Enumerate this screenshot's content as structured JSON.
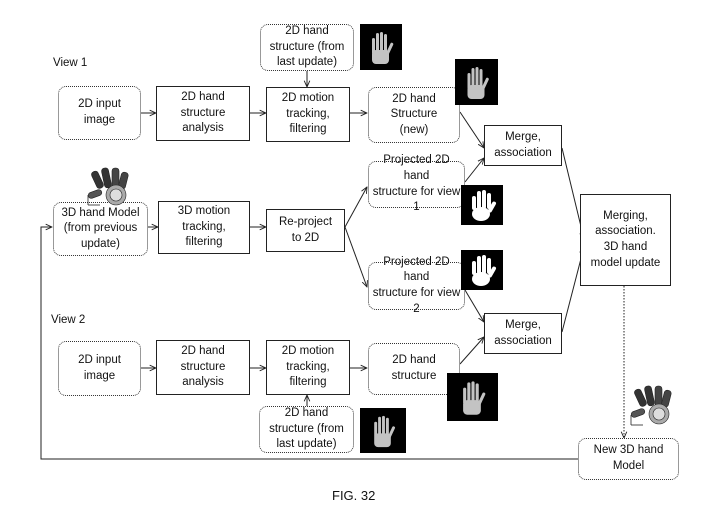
{
  "view_labels": {
    "view1": "View 1",
    "view2": "View 2"
  },
  "boxes": {
    "v1_input": "2D input\nimage",
    "v1_analysis": "2D hand\nstructure\nanalysis",
    "v1_tracking": "2D motion\ntracking,\nfiltering",
    "v1_last_update": "2D hand\nstructure (from\nlast update)",
    "v1_structure_new": "2D hand\nStructure\n(new)",
    "merge1": "Merge,\nassociation",
    "model_prev": "3D hand Model\n(from previous\nupdate)",
    "motion_3d": "3D motion\ntracking,\nfiltering",
    "reproject": "Re-project\nto 2D",
    "proj_view1": "Projected 2D hand\nstructure for view 1",
    "proj_view2": "Projected 2D hand\nstructure for view 2",
    "merging_update": "Merging,\nassociation.\n3D hand\nmodel update",
    "merge2": "Merge,\nassociation",
    "v2_input": "2D input\nimage",
    "v2_analysis": "2D hand\nstructure\nanalysis",
    "v2_tracking": "2D motion\ntracking,\nfiltering",
    "v2_structure": "2D hand\nstructure",
    "v2_last_update": "2D hand\nstructure (from\nlast update)",
    "new_model": "New 3D hand\nModel"
  },
  "figure_caption": "FIG. 32"
}
